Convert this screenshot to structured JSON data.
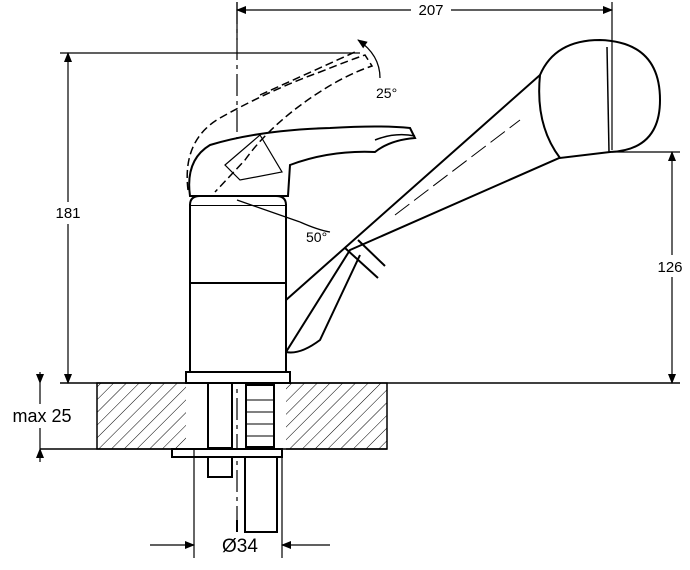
{
  "dimensions": {
    "overall_reach": "207",
    "overall_height": "181",
    "spout_height": "126",
    "max_mounting_thickness": "max 25",
    "hole_diameter": "Ø34"
  },
  "angles": {
    "lever_lift": "25°",
    "lever_rotation": "50°"
  },
  "colors": {
    "line": "#000000",
    "background": "#ffffff"
  }
}
